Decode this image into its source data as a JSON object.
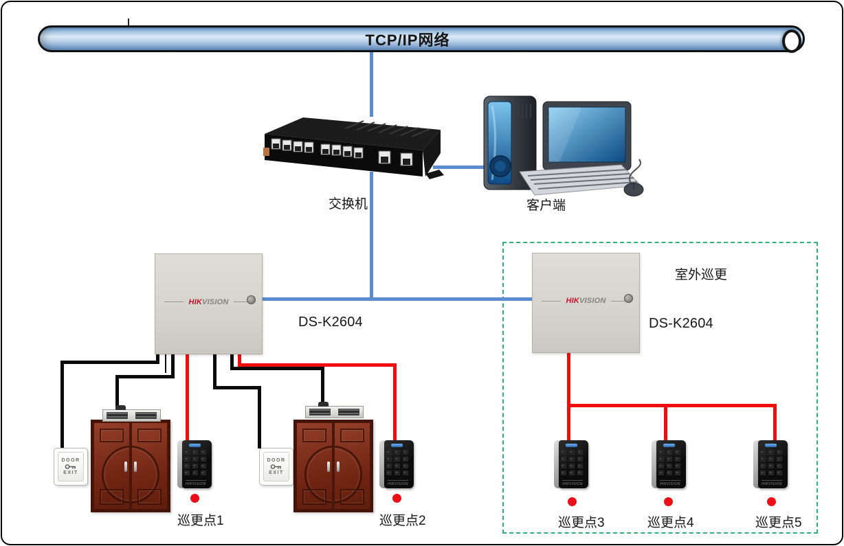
{
  "backbone": {
    "label": "TCP/IP网络"
  },
  "switch": {
    "label": "交换机"
  },
  "client": {
    "label": "客户端"
  },
  "controllers": {
    "left": {
      "model": "DS-K2604"
    },
    "right": {
      "model": "DS-K2604"
    }
  },
  "brand": {
    "prefix": "HIK",
    "suffix": "VISION",
    "reader_text": "HIKVISION"
  },
  "outdoor_zone": {
    "label": "室外巡更"
  },
  "exit_button": {
    "line1": "DOOR",
    "line2": "EXIT"
  },
  "patrol_points": [
    {
      "label": "巡更点1"
    },
    {
      "label": "巡更点2"
    },
    {
      "label": "巡更点3"
    },
    {
      "label": "巡更点4"
    },
    {
      "label": "巡更点5"
    }
  ],
  "colors": {
    "network_line": "#5b8bd0",
    "power_wire": "#f20d0d",
    "signal_wire": "#0a0a0a",
    "zone_border": "#2eb076",
    "brand_red": "#c41230",
    "patrol_dot": "#ea1018"
  }
}
